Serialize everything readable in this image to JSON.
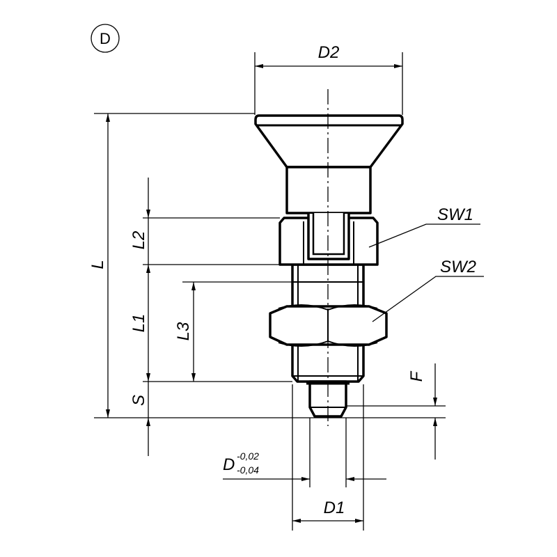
{
  "view_marker": "D",
  "labels": {
    "D2": "D2",
    "L": "L",
    "L1": "L1",
    "L2": "L2",
    "L3": "L3",
    "S": "S",
    "F": "F",
    "SW1": "SW1",
    "SW2": "SW2",
    "D": "D",
    "D_upper_tol": "-0,02",
    "D_lower_tol": "-0,04",
    "D1": "D1"
  }
}
